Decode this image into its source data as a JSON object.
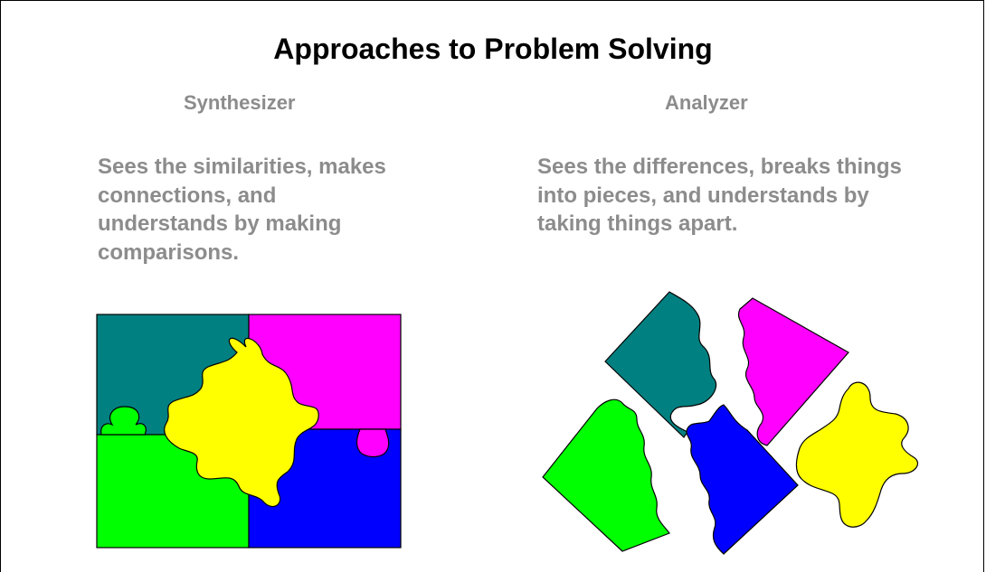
{
  "title": "Approaches to Problem Solving",
  "left": {
    "heading": "Synthesizer",
    "description": "Sees the similarities, makes connections, and understands by making comparisons."
  },
  "right": {
    "heading": "Analyzer",
    "description": "Sees the differences, breaks things into pieces, and understands by taking things apart."
  },
  "colors": {
    "teal": "#008080",
    "magenta": "#ff00ff",
    "green": "#00ff00",
    "blue": "#0000ff",
    "yellow": "#ffff00",
    "text_gray": "#8c8c8c"
  }
}
